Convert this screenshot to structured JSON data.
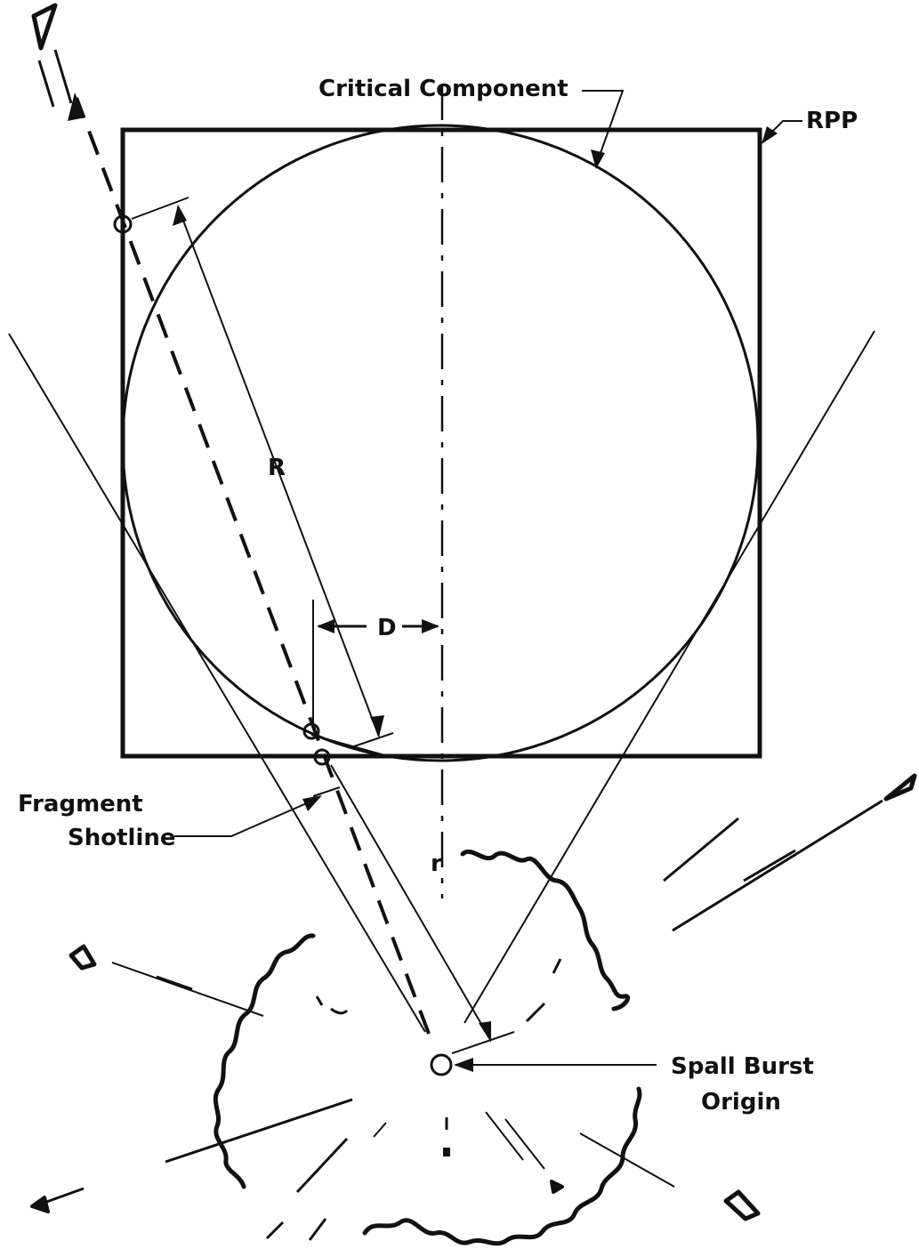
{
  "labels": {
    "critical_component": "Critical Component",
    "rpp": "RPP",
    "R": "R",
    "D": "D",
    "r": "r",
    "fragment_line1": "Fragment",
    "fragment_line2": "Shotline",
    "spall_line1": "Spall Burst",
    "spall_line2": "Origin"
  },
  "colors": {
    "ink": "#111111",
    "background": "#ffffff"
  }
}
